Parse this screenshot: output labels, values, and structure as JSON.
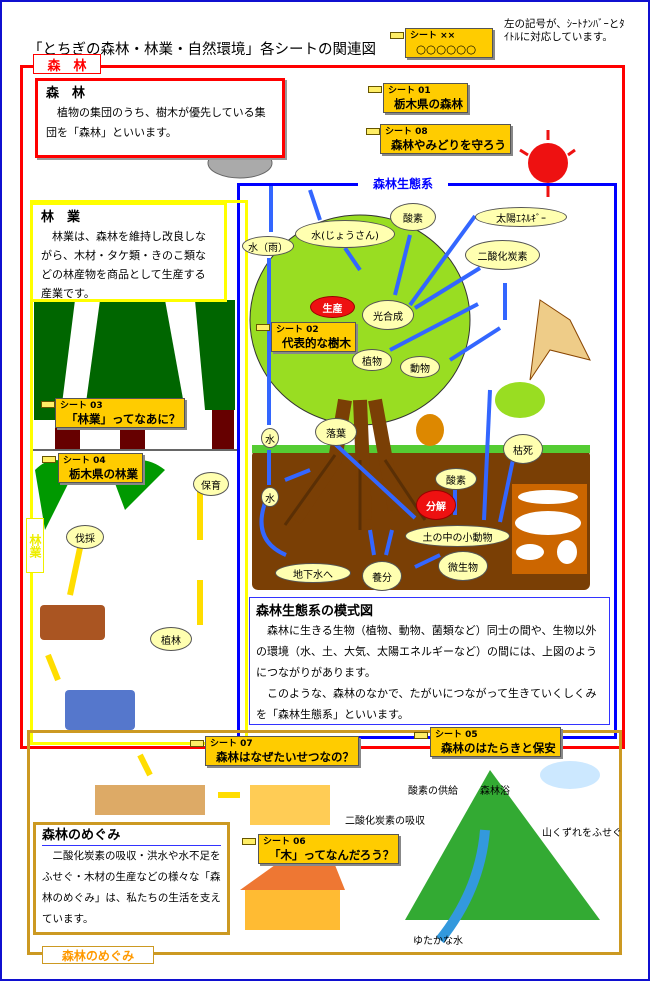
{
  "title": "「とちぎの森林・林業・自然環境」各シートの関連図",
  "legend": {
    "sheet_num": "シート ××",
    "sheet_name": "○○○○○○",
    "note": "左の記号が、ｼｰﾄﾅﾝﾊﾞｰとﾀｲﾄﾙに対応しています。"
  },
  "frames": {
    "forest": "森　林",
    "ecosystem": "森林生態系",
    "forestry": "林業",
    "benefits": "森林のめぐみ"
  },
  "forest_def": {
    "heading": "森　林",
    "body": "　植物の集団のうち、樹木が優先している集団を「森林」といいます。"
  },
  "forestry_def": {
    "heading": "林　業",
    "body": "　林業は、森林を維持し改良しながら、木材・タケ類・きのこ類などの林産物を商品として生産する産業です。"
  },
  "ecosystem_def": {
    "heading": "森林生態系の模式図",
    "p1": "　森林に生きる生物（植物、動物、菌類など）同士の間や、生物以外の環境（水、土、大気、太陽エネルギーなど）の間には、上図のようにつながりがあります。",
    "p2": "　このような、森林のなかで、たがいにつながって生きていくしくみを「森林生態系」といいます。"
  },
  "benefits_def": {
    "heading": "森林のめぐみ",
    "body": "　二酸化炭素の吸収・洪水や水不足をふせぐ・木材の生産などの様々な「森林のめぐみ」は、私たちの生活を支えています。"
  },
  "sheets": [
    {
      "num": "シート 01",
      "name": "栃木県の森林"
    },
    {
      "num": "シート 08",
      "name": "森林やみどりを守ろう"
    },
    {
      "num": "シート 02",
      "name": "代表的な樹木"
    },
    {
      "num": "シート 03",
      "name": "「林業」ってなあに？"
    },
    {
      "num": "シート 04",
      "name": "栃木県の林業"
    },
    {
      "num": "シート 07",
      "name": "森林はなぜたいせつなの？"
    },
    {
      "num": "シート 05",
      "name": "森林のはたらきと保安"
    },
    {
      "num": "シート 06",
      "name": "「木」ってなんだろう？"
    }
  ],
  "eco_labels": [
    "水（雨）",
    "水(じょうさん)",
    "酸素",
    "太陽ｴﾈﾙｷﾞｰ",
    "二酸化炭素",
    "光合成",
    "生産",
    "植物",
    "動物",
    "水",
    "水",
    "落葉",
    "酸素",
    "枯死",
    "分解",
    "土の中の小動物",
    "地下水へ",
    "養分",
    "微生物"
  ],
  "forestry_labels": [
    "伐採",
    "保育",
    "植林"
  ],
  "benefit_labels": [
    "酸素の供給",
    "森林浴",
    "二酸化炭素の吸収",
    "山くずれをふせぐ",
    "ゆたかな水"
  ],
  "colors": {
    "forest": "#ff0000",
    "ecosystem": "#0000ff",
    "forestry": "#ffff00",
    "benefits": "#cc9922",
    "sheet": "#ffcc00"
  }
}
